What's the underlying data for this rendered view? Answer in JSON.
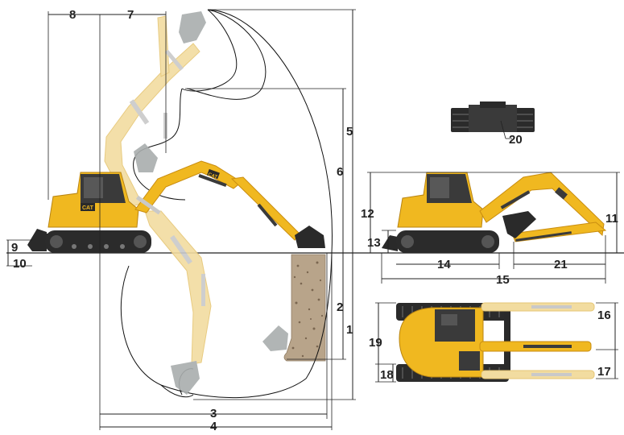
{
  "diagram": {
    "dimension_labels": {
      "d1": "1",
      "d2": "2",
      "d3": "3",
      "d4": "4",
      "d5": "5",
      "d6": "6",
      "d7": "7",
      "d8": "8",
      "d9": "9",
      "d10": "10",
      "d11": "11",
      "d12": "12",
      "d13": "13",
      "d14": "14",
      "d15": "15",
      "d16": "16",
      "d17": "17",
      "d18": "18",
      "d19": "19",
      "d20": "20",
      "d21": "21"
    },
    "branding": {
      "logo_text": "CAT"
    },
    "colors": {
      "machine_yellow": "#f0b820",
      "ghost_yellow": "#f2dca0",
      "track_black": "#2b2b2b",
      "soil_brown": "#b8a48a",
      "line_black": "#222222"
    }
  }
}
